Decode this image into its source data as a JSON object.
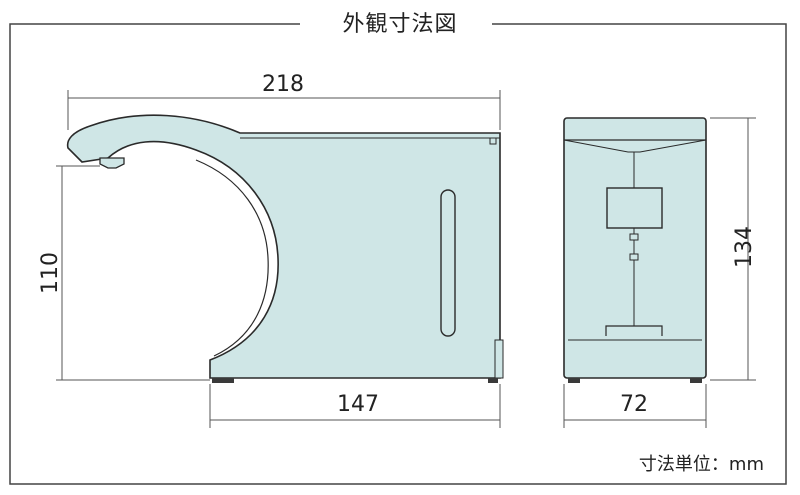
{
  "title": "外観寸法図",
  "dimensions": {
    "total_length": "218",
    "height_left": "110",
    "base_length": "147",
    "height_right": "134",
    "width_side": "72"
  },
  "unit_note": "寸法単位：mm",
  "colors": {
    "body_fill": "#cfe6e6",
    "outline": "#2a2a2a",
    "frame": "#444444",
    "dark_parts": "#3a3a3a"
  }
}
